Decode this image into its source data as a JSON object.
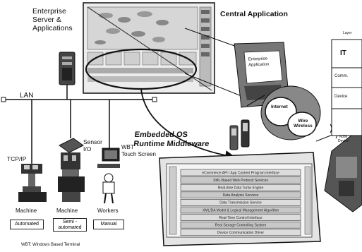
{
  "labels": {
    "enterprise": [
      "Enterprise",
      "Server &",
      "Applications"
    ],
    "central": "Central Application",
    "lan": "LAN",
    "tcpip": "TCP/IP",
    "sensor": [
      "Sensor",
      "I/O"
    ],
    "wbt_label": [
      "WBT",
      "Touch Screen"
    ],
    "embedded": [
      "Embedded OS",
      "Runtime Middleware"
    ],
    "internet": "Internet",
    "wireless": [
      "Wire",
      "Wireless"
    ],
    "m2m": [
      "M2M",
      "Device"
    ],
    "enterprise_box": [
      "Enterprise",
      "Application"
    ],
    "footnote": "WBT: Windows Based Terminal"
  },
  "columns": [
    {
      "name": "Machine",
      "mode": "Automated"
    },
    {
      "name": "Machine",
      "mode": "Semi - automated"
    },
    {
      "name": "Workers",
      "mode": "Manual"
    }
  ],
  "layers": {
    "header": "Layer",
    "rows": [
      "IT",
      "Comm.",
      "Device"
    ]
  },
  "middleware_stack": [
    "eCommerce API / App Content Program Interface",
    "XML-Based Web Protocol Services",
    "Real-time Data Turbo Engine",
    "Data Analysis Services",
    "Data Transmission Service",
    "XML/DA Model & Logical Management Algorithm",
    "Real-Time Control Interface",
    "Real Storage Controlling System",
    "Device Communication Driver"
  ]
}
